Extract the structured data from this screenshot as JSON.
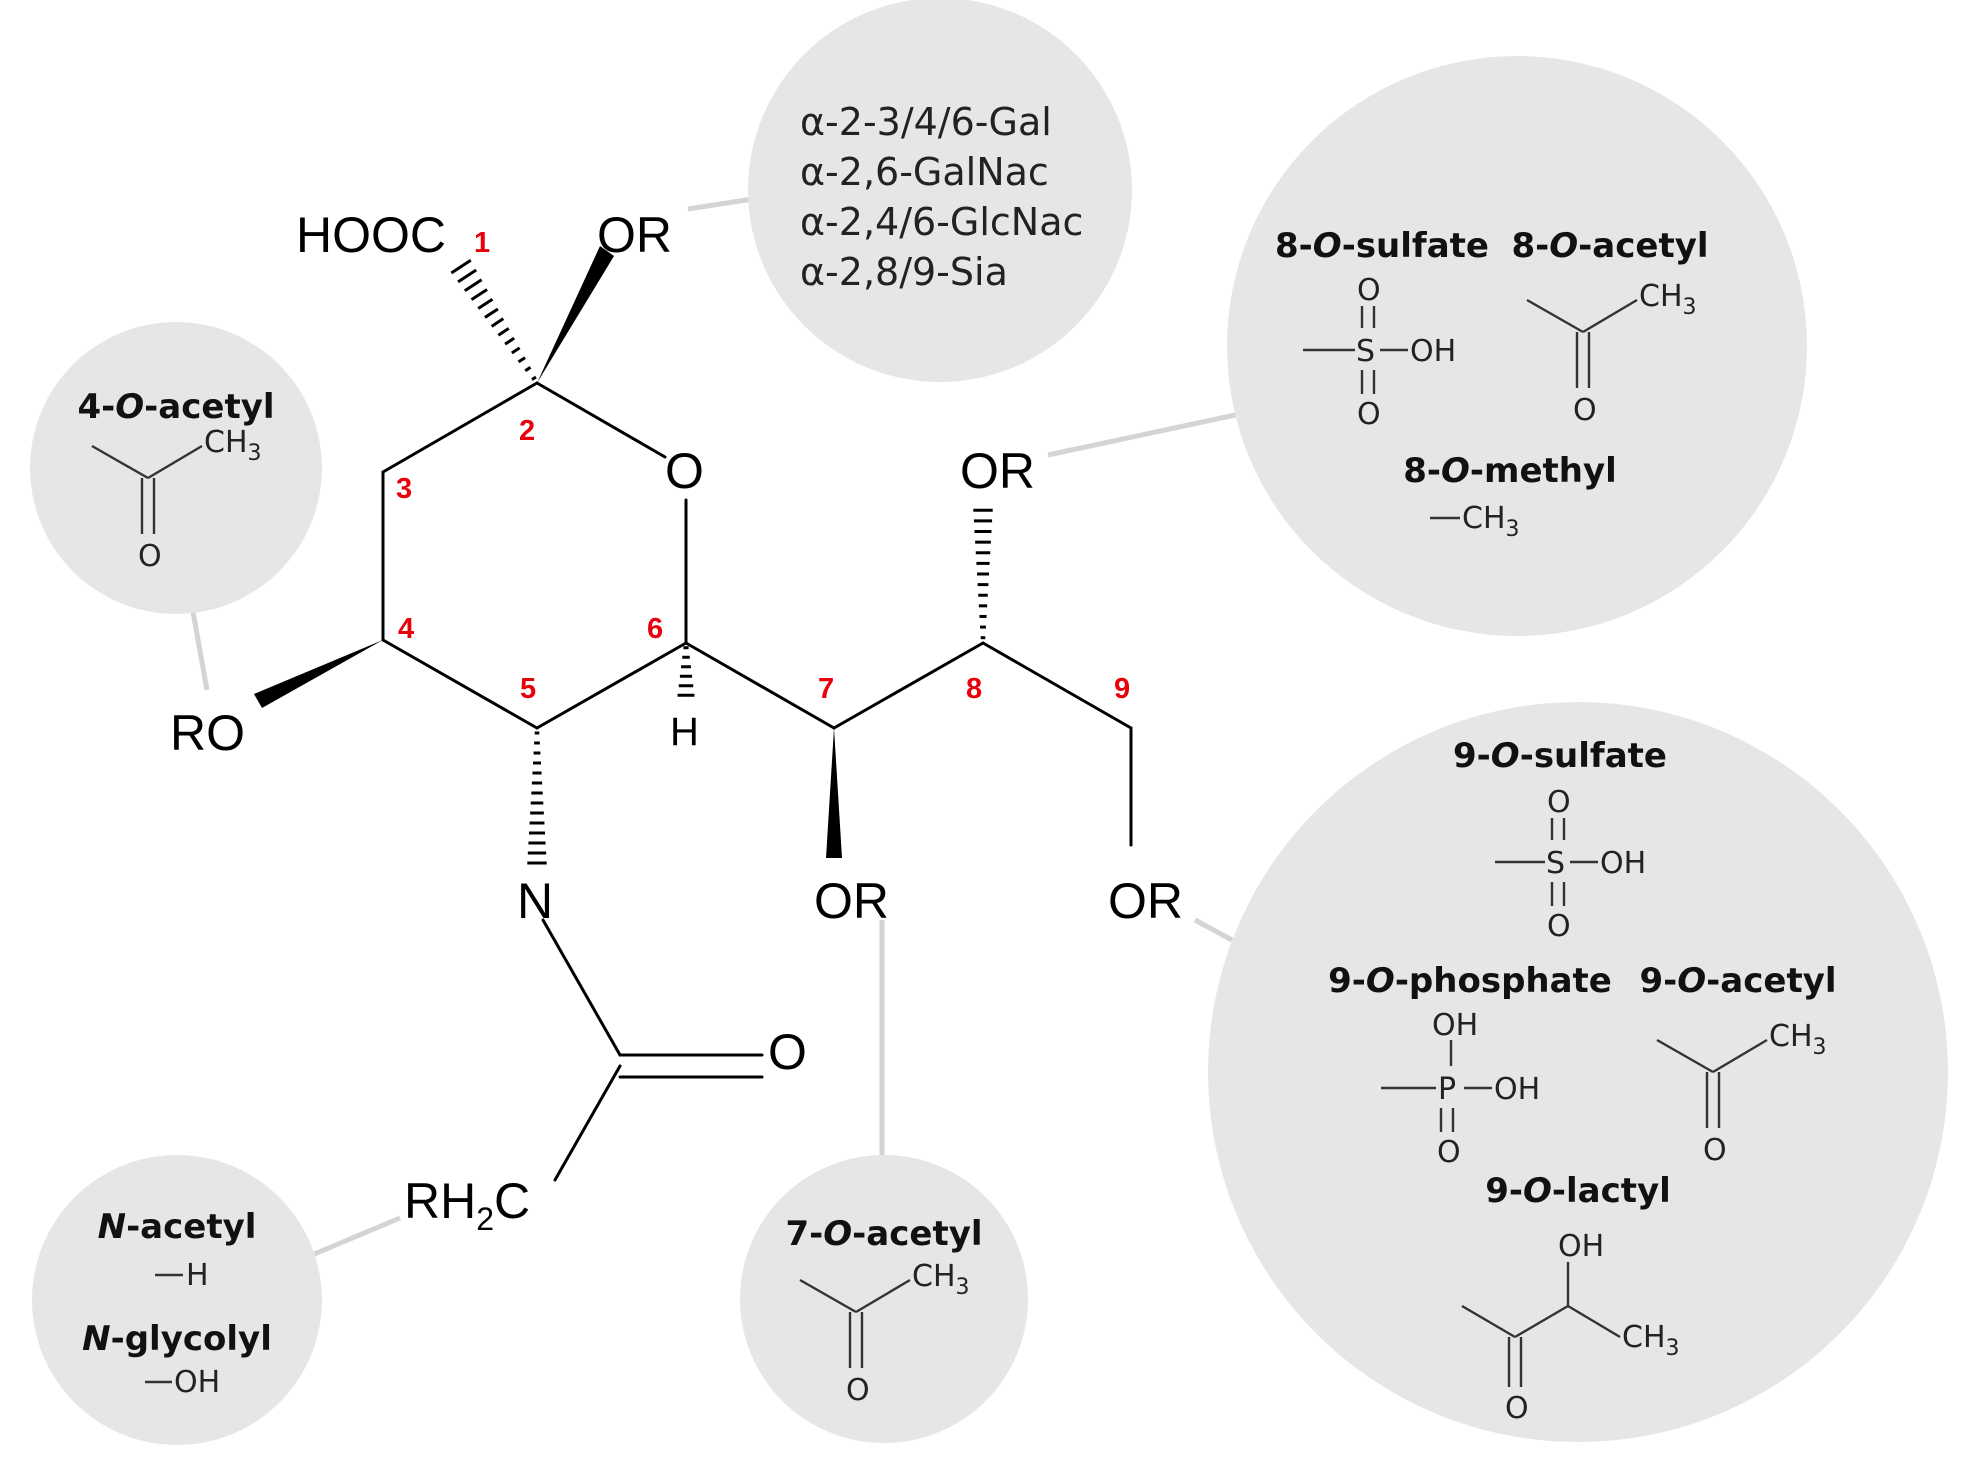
{
  "core": {
    "hooc": "HOOC",
    "or_top": "OR",
    "ring_o": "O",
    "or_8": "OR",
    "ro_4": "RO",
    "h_6": "H",
    "n_5": "N",
    "or_7": "OR",
    "or_9": "OR",
    "carbonyl_o": "O",
    "rh2c_a": "RH",
    "rh2c_sub": "2",
    "rh2c_b": "C"
  },
  "carbon_numbers": [
    "1",
    "2",
    "3",
    "4",
    "5",
    "6",
    "7",
    "8",
    "9"
  ],
  "linkages": [
    "α-2-3/4/6-Gal",
    "α-2,6-GalNac",
    "α-2,4/6-GlcNac",
    "α-2,8/9-Sia"
  ],
  "labels": {
    "o_acetyl_4": {
      "pre": "4-",
      "ital": "O",
      "post": "-acetyl"
    },
    "o_sulfate_8": {
      "pre": "8-",
      "ital": "O",
      "post": "-sulfate"
    },
    "o_acetyl_8": {
      "pre": "8-",
      "ital": "O",
      "post": "-acetyl"
    },
    "o_methyl_8": {
      "pre": "8-",
      "ital": "O",
      "post": "-methyl"
    },
    "o_sulfate_9": {
      "pre": "9-",
      "ital": "O",
      "post": "-sulfate"
    },
    "o_phosphate_9": {
      "pre": "9-",
      "ital": "O",
      "post": "-phosphate"
    },
    "o_acetyl_9": {
      "pre": "9-",
      "ital": "O",
      "post": "-acetyl"
    },
    "o_lactyl_9": {
      "pre": "9-",
      "ital": "O",
      "post": "-lactyl"
    },
    "o_acetyl_7": {
      "pre": "7-",
      "ital": "O",
      "post": "-acetyl"
    },
    "n_acetyl": {
      "ital": "N",
      "post": "-acetyl"
    },
    "n_glycolyl": {
      "ital": "N",
      "post": "-glycolyl"
    }
  },
  "atoms": {
    "ch3_a": "CH",
    "ch3_sub": "3",
    "o": "O",
    "oh": "OH",
    "s": "S",
    "p": "P",
    "h": "H"
  }
}
